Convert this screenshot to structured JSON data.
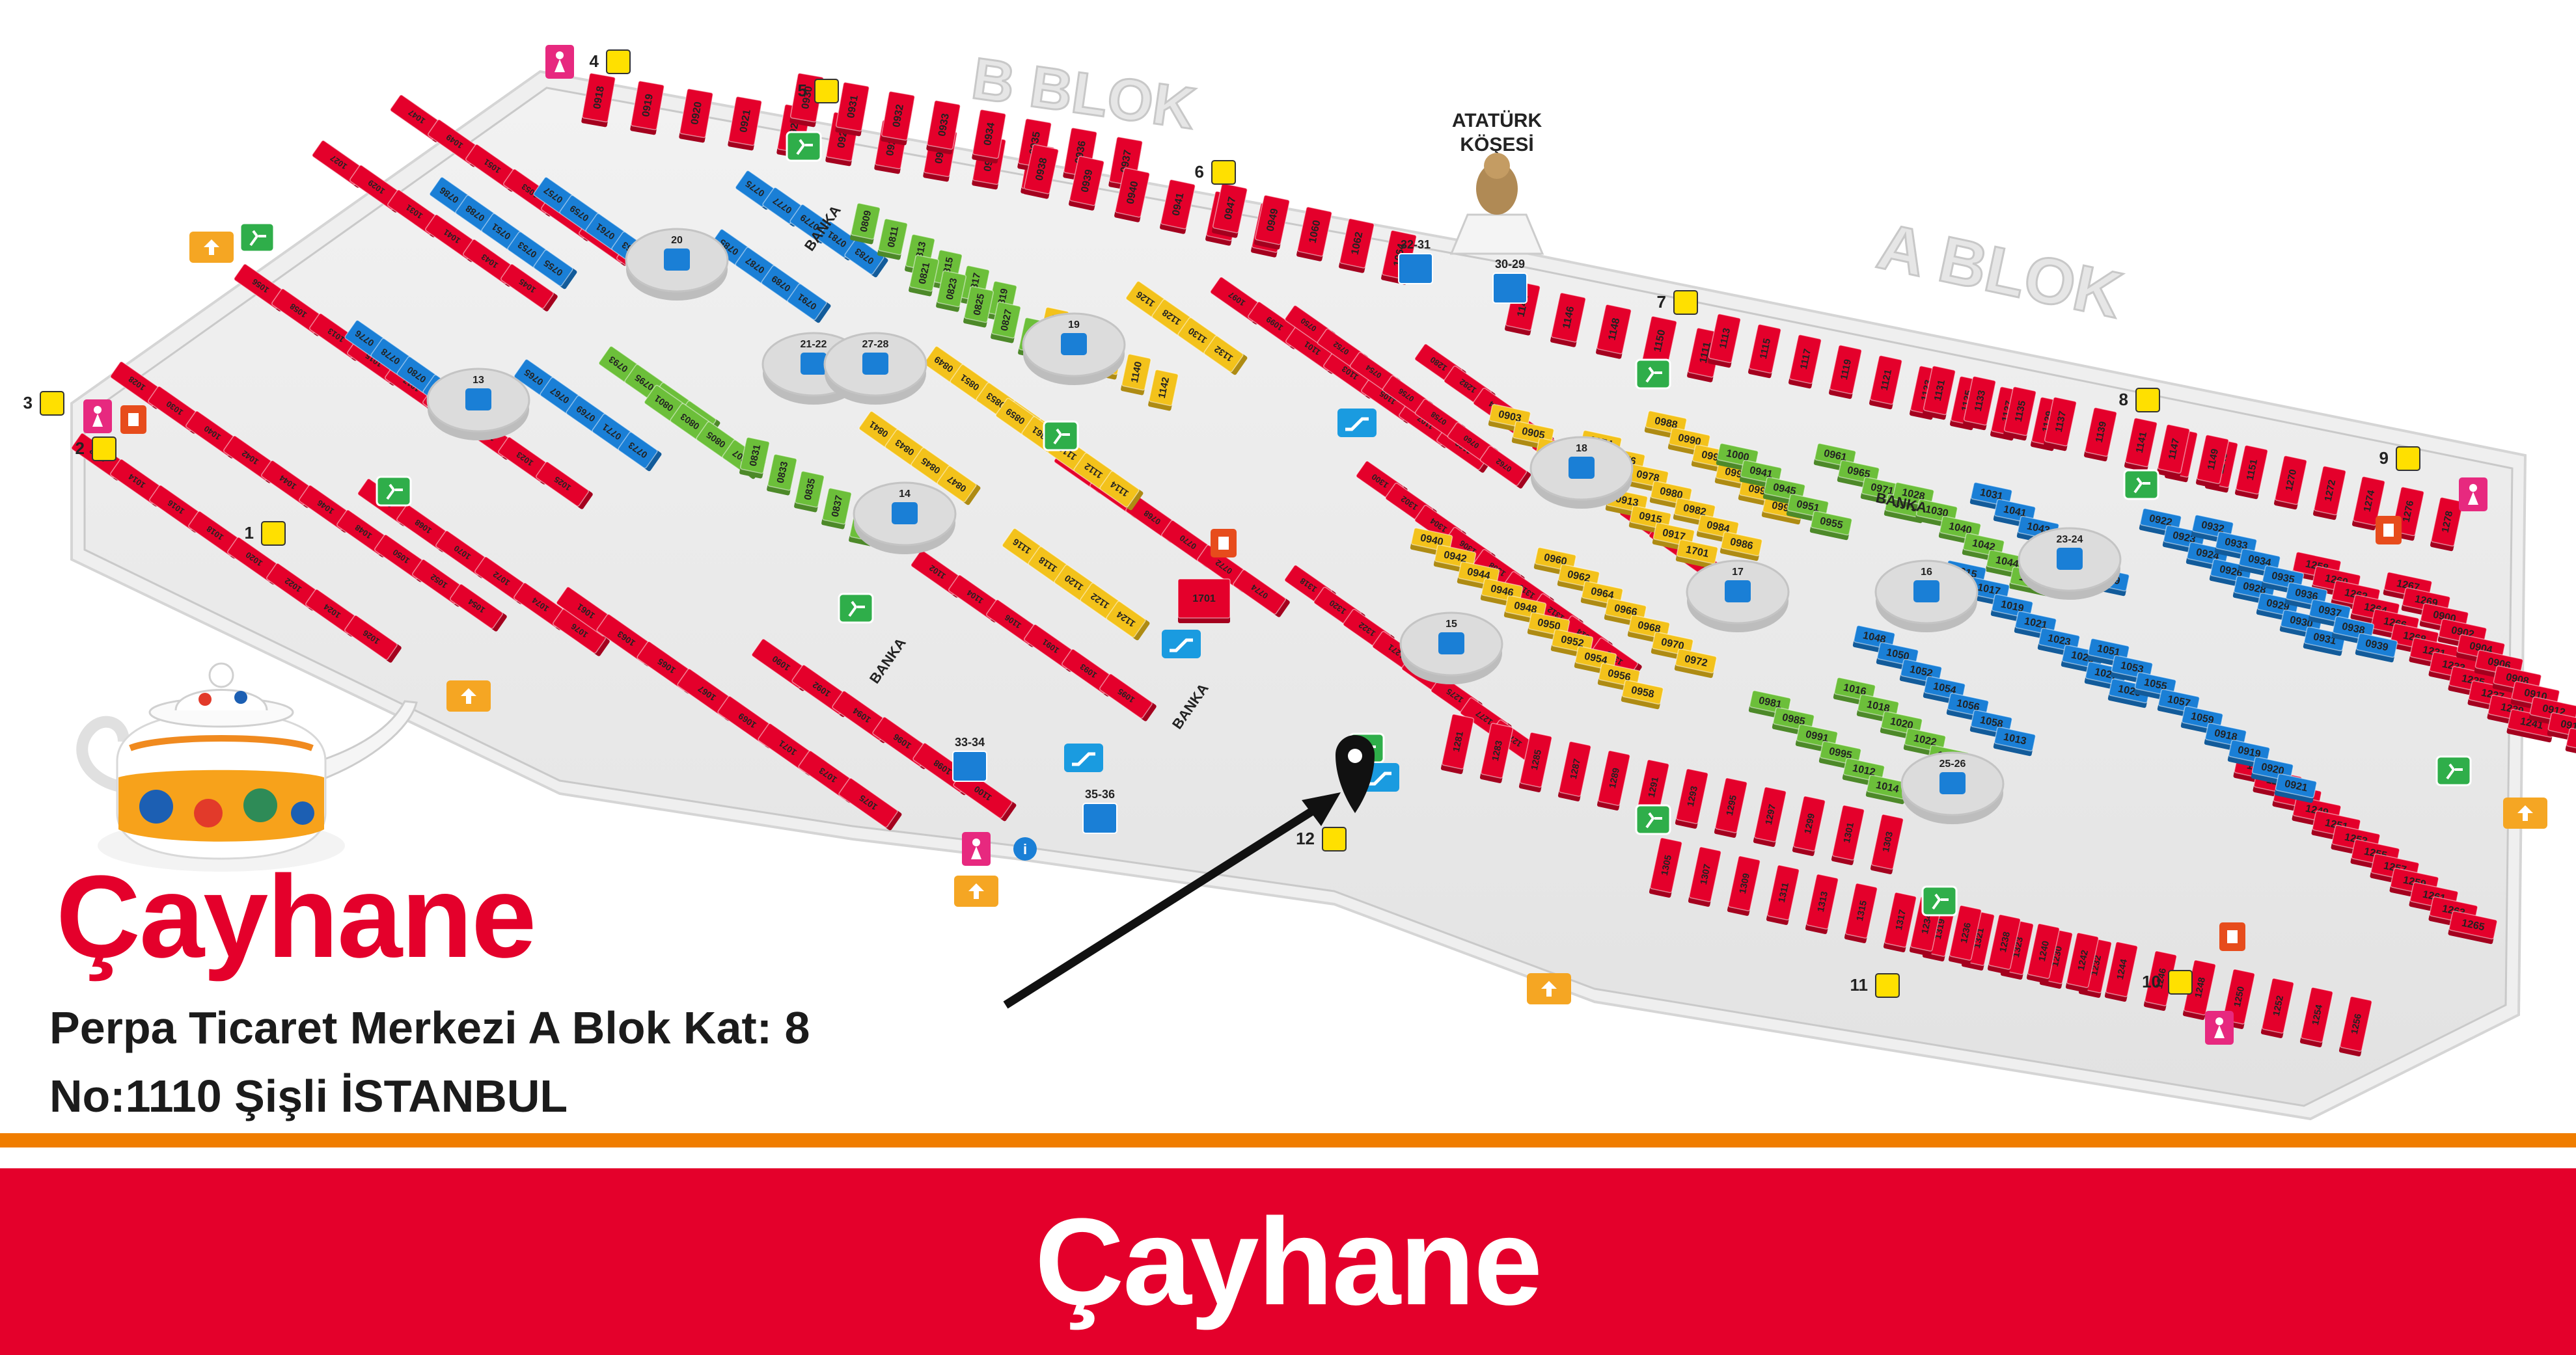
{
  "map": {
    "block_labels": [
      "B BLOK",
      "A BLOK"
    ],
    "landmark": [
      "ATATÜRK",
      "KÖŞESİ"
    ],
    "bank_label": "BANKA",
    "location_pin": "map-pin-icon",
    "core_numbers": [
      "20",
      "21-22",
      "19",
      "13",
      "14",
      "18",
      "15",
      "17",
      "16",
      "23-24",
      "25-26",
      "27-28"
    ],
    "stair_labels": [
      "32-31",
      "30-29",
      "33-34",
      "35-36"
    ],
    "elevator_numbers": [
      "1",
      "2",
      "3",
      "4",
      "5",
      "6",
      "7",
      "8",
      "9",
      "10",
      "11",
      "12"
    ],
    "colors": {
      "red": "#e4002b",
      "blue": "#1a7fd6",
      "green": "#6cbf3a",
      "yellow": "#f3c21b",
      "exit_green": "#2fae4a",
      "orange": "#f5a623"
    },
    "shop_numbers": [
      "1012",
      "1014",
      "1016",
      "1018",
      "1020",
      "1022",
      "1024",
      "1026",
      "1028",
      "1030",
      "1040",
      "1042",
      "1044",
      "1046",
      "1048",
      "1050",
      "1052",
      "1054",
      "1056",
      "1058",
      "1013",
      "1015",
      "1017",
      "1019",
      "1021",
      "1023",
      "1025",
      "1027",
      "1029",
      "1031",
      "1041",
      "1043",
      "1045",
      "1047",
      "1049",
      "1051",
      "1053",
      "1055",
      "1057",
      "1059",
      "0918",
      "0919",
      "0920",
      "0921",
      "0922",
      "0923",
      "0924",
      "0926",
      "0928",
      "0929",
      "0930",
      "0931",
      "0932",
      "0933",
      "0934",
      "0935",
      "0936",
      "0937",
      "0938",
      "0939",
      "0940",
      "0941",
      "0943",
      "0945",
      "0947",
      "0949",
      "1060",
      "1062",
      "1064",
      "1066",
      "1068",
      "1070",
      "1072",
      "1074",
      "1076",
      "1061",
      "1063",
      "1065",
      "1067",
      "1069",
      "1071",
      "1073",
      "1075",
      "1090",
      "1092",
      "1094",
      "1096",
      "1098",
      "1100",
      "1102",
      "1104",
      "1106",
      "1091",
      "1093",
      "1095",
      "1097",
      "1099",
      "1101",
      "1103",
      "1105",
      "1107",
      "1109",
      "0750",
      "0752",
      "0754",
      "0756",
      "0758",
      "0760",
      "0762",
      "0764",
      "0766",
      "0768",
      "0770",
      "0772",
      "0774",
      "0776",
      "0778",
      "0780",
      "0782",
      "0784",
      "0786",
      "0788",
      "0751",
      "0753",
      "0755",
      "0757",
      "0759",
      "0761",
      "0763",
      "0765",
      "0767",
      "0769",
      "0771",
      "0773",
      "0775",
      "0777",
      "0779",
      "0781",
      "0783",
      "0785",
      "0787",
      "0789",
      "0791",
      "0793",
      "0795",
      "0797",
      "0799",
      "0801",
      "0803",
      "0805",
      "0807",
      "0809",
      "0811",
      "0813",
      "0815",
      "0817",
      "0819",
      "0821",
      "0823",
      "0825",
      "0827",
      "0829",
      "0831",
      "0833",
      "0835",
      "0837",
      "0839",
      "0841",
      "0843",
      "0845",
      "0847",
      "0849",
      "0851",
      "0853",
      "0855",
      "0857",
      "0859",
      "0861",
      "1110",
      "1112",
      "1114",
      "1116",
      "1118",
      "1120",
      "1122",
      "1124",
      "1126",
      "1128",
      "1130",
      "1132",
      "1134",
      "1136",
      "1138",
      "1140",
      "1142",
      "1144",
      "1146",
      "1148",
      "1150",
      "1111",
      "1113",
      "1115",
      "1117",
      "1119",
      "1121",
      "1123",
      "1125",
      "1127",
      "1129",
      "1131",
      "1133",
      "1135",
      "1137",
      "1139",
      "1141",
      "1143",
      "1145",
      "1147",
      "1149",
      "1151",
      "1270",
      "1272",
      "1274",
      "1276",
      "1278",
      "1280",
      "1282",
      "1284",
      "1286",
      "1288",
      "1290",
      "1292",
      "1294",
      "1296",
      "1298",
      "1300",
      "1302",
      "1304",
      "1306",
      "1308",
      "1310",
      "1312",
      "1314",
      "1316",
      "1318",
      "1320",
      "1322",
      "1271",
      "1273",
      "1275",
      "1277",
      "1279",
      "1281",
      "1283",
      "1285",
      "1287",
      "1289",
      "1291",
      "1293",
      "1295",
      "1297",
      "1299",
      "1301",
      "1303",
      "1305",
      "1307",
      "1309",
      "1311",
      "1313",
      "1315",
      "1317",
      "1319",
      "1321",
      "1323",
      "1230",
      "1232",
      "1234",
      "1236",
      "1238",
      "1240",
      "1242",
      "1244",
      "1246",
      "1248",
      "1250",
      "1252",
      "1254",
      "1256",
      "1258",
      "1260",
      "1262",
      "1264",
      "1266",
      "1268",
      "1231",
      "1233",
      "1235",
      "1237",
      "1239",
      "1241",
      "1243",
      "1245",
      "1247",
      "1249",
      "1251",
      "1253",
      "1255",
      "1257",
      "1259",
      "1261",
      "1263",
      "1265",
      "1267",
      "1269",
      "0900",
      "0902",
      "0904",
      "0906",
      "0908",
      "0910",
      "0912",
      "0914",
      "0916",
      "0901",
      "0903",
      "0905",
      "0907",
      "0909",
      "0911",
      "0913",
      "0915",
      "0917",
      "1701",
      "0940",
      "0942",
      "0944",
      "0946",
      "0948",
      "0950",
      "0952",
      "0954",
      "0956",
      "0958",
      "0960",
      "0962",
      "0964",
      "0966",
      "0968",
      "0970",
      "0972",
      "0974",
      "0976",
      "0978",
      "0980",
      "0982",
      "0984",
      "0986",
      "0988",
      "0990",
      "0992",
      "0994",
      "0996",
      "0998",
      "1000",
      "0941",
      "0945",
      "0951",
      "0955",
      "0961",
      "0965",
      "0971",
      "0975",
      "0981",
      "0985",
      "0991",
      "0995"
    ]
  },
  "brand": {
    "title": "Çayhane",
    "address_line1": "Perpa Ticaret Merkezi A Blok Kat: 8",
    "address_line2": "No:1110 Şişli İSTANBUL"
  },
  "banner": {
    "text": "Çayhane"
  }
}
